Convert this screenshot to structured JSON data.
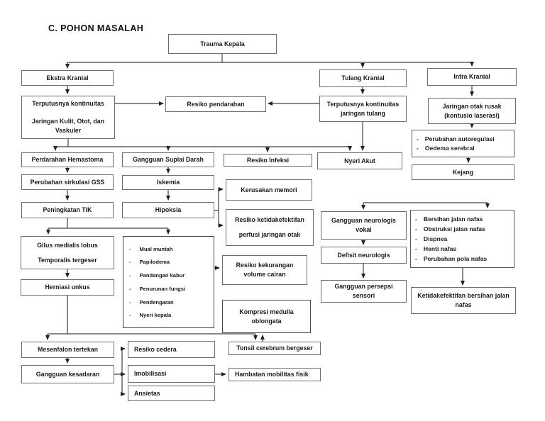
{
  "page_title": "C.  POHON MASALAH",
  "nodes": {
    "trauma_kepala": {
      "label": "Trauma Kepala"
    },
    "ekstra_kranial": {
      "label": "Ekstra Kranial"
    },
    "tulang_kranial": {
      "label": "Tulang Kranial"
    },
    "intra_kranial": {
      "label": "Intra Kranial"
    },
    "terputus_kulit": {
      "label": "Terputusnya kontinuitas",
      "label2": "Jaringan Kulit, Otot, dan Vaskuler"
    },
    "resiko_pendarahan": {
      "label": "Resiko pendarahan"
    },
    "terputus_tulang": {
      "label": "Terputusnya kontinuitas jaringan tulang"
    },
    "jaringan_otak_rusak": {
      "label": "Jaringan otak rusak",
      "label2": "(kontusio laserasi)"
    },
    "kejang": {
      "label": "Kejang"
    },
    "perdarahan_hemastoma": {
      "label": "Perdarahan  Hemastoma"
    },
    "gangguan_suplai": {
      "label": "Gangguan Suplai Darah"
    },
    "resiko_infeksi": {
      "label": "Resiko Infeksi"
    },
    "nyeri_akut": {
      "label": "Nyeri Akut"
    },
    "perubahan_gss": {
      "label": "Perubahan sirkulasi GSS"
    },
    "iskemia": {
      "label": "Iskemia"
    },
    "peningkatan_tik": {
      "label": "Peningkatan TIK"
    },
    "hipoksia": {
      "label": "Hipoksia"
    },
    "kerusakan_memori": {
      "label": "Kerusakan memori"
    },
    "resiko_perfusi": {
      "label": "Resiko ketidakefektifan",
      "label2": "perfusi jaringan otak"
    },
    "gilus": {
      "label": "Gilus medialis lobus",
      "label2": "Temporalis tergeser"
    },
    "herniasi_unkus": {
      "label": "Herniasi unkus"
    },
    "resiko_cairan": {
      "label": "Resiko kekurangan volume cairan"
    },
    "kompresi_medulla": {
      "label": "Kompresi medulla oblongata"
    },
    "gangguan_neuro_vokal": {
      "label": "Gangguan neurologis vokal"
    },
    "defisit_neurologis": {
      "label": "Defisit neurologis"
    },
    "gangguan_persepsi": {
      "label": "Gangguan persepsi sensori"
    },
    "ketidakefektifan_nafas": {
      "label": "Ketidakefektifan bersihan jalan nafas"
    },
    "mesenfalon": {
      "label": "Mesenfalon tertekan"
    },
    "gangguan_kesadaran": {
      "label": "Gangguan kesadaran"
    },
    "resiko_cedera": {
      "label": "Resiko cedera"
    },
    "imobilisasi": {
      "label": "Imobilisasi"
    },
    "ansietas": {
      "label": "Ansietas"
    },
    "tonsil_cerebrum": {
      "label": "Tonsil cerebrum bergeser"
    },
    "hambatan_mobilitas": {
      "label": "Hambatan mobilitas fisik"
    }
  },
  "lists": {
    "autoregulasi": {
      "items": [
        "Perubahan autoregulasi",
        "Oedema serebral"
      ]
    },
    "gejala_tik": {
      "items": [
        "Mual muntah",
        "Papilodema",
        "Pandangan kabur",
        "Penurunan fungsi",
        "Pendengaran",
        "Nyeri kepala"
      ]
    },
    "nafas": {
      "items": [
        "Bersihan jalan nafas",
        "Obstruksi jalan nafas",
        "Dispnea",
        "Henti nafas",
        "Perubahan pola nafas"
      ]
    }
  },
  "colors": {
    "line": "#404040",
    "border": "#6e6e6e",
    "text": "#1a1a1a"
  }
}
